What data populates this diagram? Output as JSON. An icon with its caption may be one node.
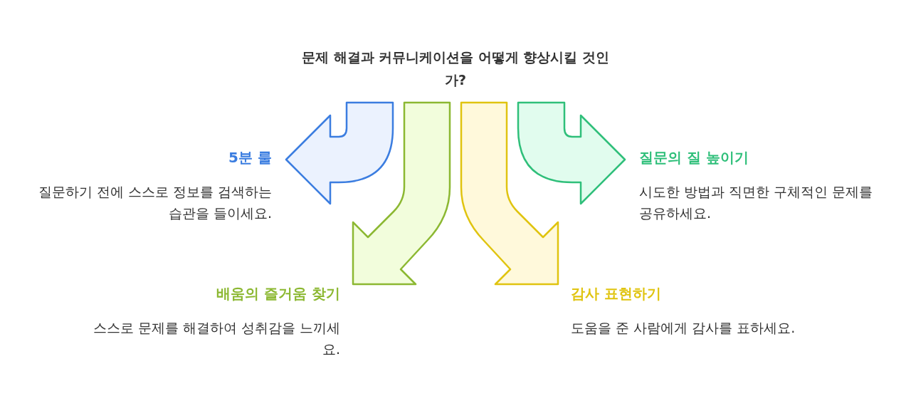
{
  "diagram": {
    "title": "문제 해결과 커뮤니케이션을 어떻게 향상시킬 것인가?",
    "nodes": [
      {
        "text": [
          "5분 룰",
          "질문하기 전에 스스로 정보를 검색하는 습관을 들이세요."
        ]
      },
      {
        "text": [
          "배움의 즐거움 찾기",
          "스스로 문제를 해결하여 성취감을 느끼세요."
        ]
      },
      {
        "text": [
          "감사 표현하기",
          "도움을 준 사람에게 감사를 표하세요."
        ]
      },
      {
        "text": [
          "질문의 질 높이기",
          "시도한 방법과 직면한 구체적인 문제를 공유하세요."
        ]
      }
    ]
  }
}
